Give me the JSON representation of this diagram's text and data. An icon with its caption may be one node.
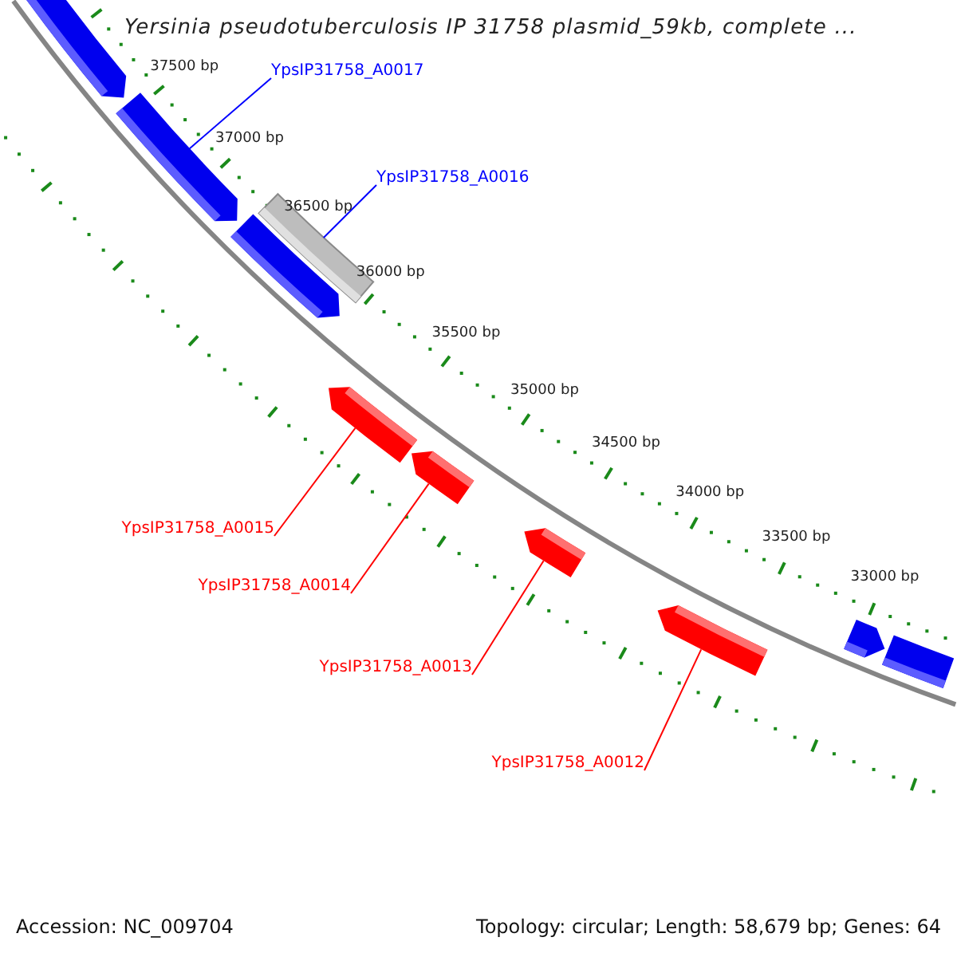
{
  "diagram": {
    "title": "Yersinia pseudotuberculosis IP 31758 plasmid_59kb, complete ...",
    "nodes": [
      {
        "text": [
          "YpsIP31758_A0017"
        ]
      },
      {
        "text": [],
        "shape": "arrow"
      },
      {
        "text": [
          "YpsIP31758_A0016"
        ]
      },
      {
        "text": [],
        "shape": "bar"
      },
      {
        "text": [
          "YpsIP31758_A0015"
        ]
      },
      {
        "text": [],
        "shape": "arrow"
      },
      {
        "text": [
          "YpsIP31758_A0014"
        ]
      },
      {
        "text": [],
        "shape": "arrow"
      },
      {
        "text": [
          "YpsIP31758_A0013"
        ]
      },
      {
        "text": [],
        "shape": "arrow"
      },
      {
        "text": [
          "YpsIP31758_A0012"
        ]
      },
      {
        "text": [],
        "shape": "arrow"
      }
    ],
    "edges": [
      {
        "from": 0,
        "to": 1,
        "arrow": "none",
        "color": "#0000ff"
      },
      {
        "from": 2,
        "to": 3,
        "arrow": "none",
        "color": "#0000ff"
      },
      {
        "from": 4,
        "to": 5,
        "arrow": "none"
      },
      {
        "from": 6,
        "to": 7,
        "arrow": "none"
      },
      {
        "from": 8,
        "to": 9,
        "arrow": "none"
      },
      {
        "from": 10,
        "to": 11,
        "arrow": "none"
      }
    ],
    "labels": [
      "37500 bp",
      "37000 bp",
      "36500 bp",
      "36000 bp",
      "35500 bp",
      "35000 bp",
      "34500 bp",
      "34000 bp",
      "33500 bp",
      "33000 bp",
      "Accession: NC_009704",
      "Topology: circular; Length: 58,679 bp; Genes: 64"
    ]
  }
}
